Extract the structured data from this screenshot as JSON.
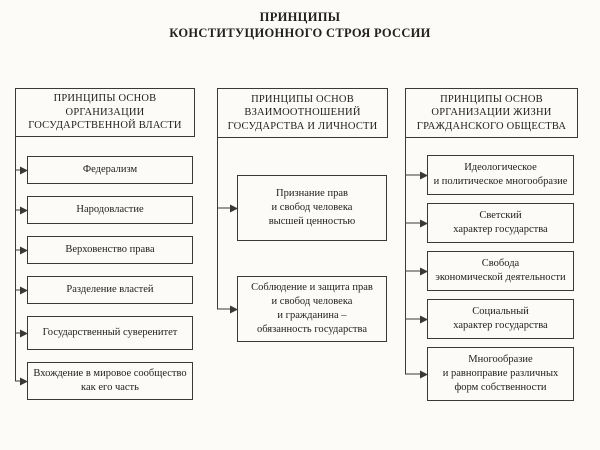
{
  "title": {
    "line1": "ПРИНЦИПЫ",
    "line2": "КОНСТИТУЦИОННОГО СТРОЯ РОССИИ"
  },
  "columns": [
    {
      "id": "state-power",
      "header": "ПРИНЦИПЫ ОСНОВ\nОРГАНИЗАЦИИ\nГОСУДАРСТВЕННОЙ ВЛАСТИ",
      "items": [
        {
          "label": "Федерализм"
        },
        {
          "label": "Народовластие"
        },
        {
          "label": "Верховенство права"
        },
        {
          "label": "Разделение властей"
        },
        {
          "label": "Государственный суверенитет"
        },
        {
          "label": "Вхождение в мировое сообщество\nкак его часть"
        }
      ]
    },
    {
      "id": "state-and-person",
      "header": "ПРИНЦИПЫ ОСНОВ\nВЗАИМООТНОШЕНИЙ\nГОСУДАРСТВА И ЛИЧНОСТИ",
      "items": [
        {
          "label": "Признание прав\nи свобод человека\nвысшей ценностью"
        },
        {
          "label": "Соблюдение и защита прав\nи свобод человека\nи гражданина –\nобязанность государства"
        }
      ]
    },
    {
      "id": "civil-society",
      "header": "ПРИНЦИПЫ ОСНОВ\nОРГАНИЗАЦИИ ЖИЗНИ\nГРАЖДАНСКОГО ОБЩЕСТВА",
      "items": [
        {
          "label": "Идеологическое\nи политическое многообразие"
        },
        {
          "label": "Светский\nхарактер государства"
        },
        {
          "label": "Свобода\nэкономической деятельности"
        },
        {
          "label": "Социальный\nхарактер государства"
        },
        {
          "label": "Многообразие\nи равноправие различных\nформ собственности"
        }
      ]
    }
  ],
  "icons": {
    "item_marker": "arrow-right-icon"
  },
  "colors": {
    "text": "#222120",
    "line": "#3a3937",
    "background": "#fcfbf8"
  }
}
